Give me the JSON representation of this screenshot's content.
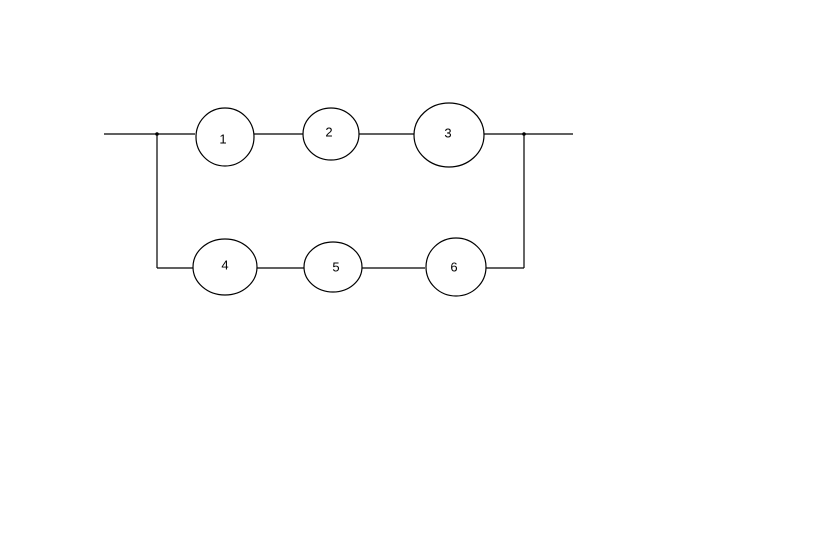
{
  "diagram": {
    "nodes": [
      {
        "id": "1",
        "label": "1"
      },
      {
        "id": "2",
        "label": "2"
      },
      {
        "id": "3",
        "label": "3"
      },
      {
        "id": "4",
        "label": "4"
      },
      {
        "id": "5",
        "label": "5"
      },
      {
        "id": "6",
        "label": "6"
      }
    ],
    "edges": [
      [
        "input",
        "junction-left"
      ],
      [
        "junction-left",
        "1"
      ],
      [
        "1",
        "2"
      ],
      [
        "2",
        "3"
      ],
      [
        "3",
        "junction-right"
      ],
      [
        "junction-left",
        "4"
      ],
      [
        "4",
        "5"
      ],
      [
        "5",
        "6"
      ],
      [
        "6",
        "junction-right"
      ],
      [
        "junction-right",
        "output"
      ]
    ],
    "colors": {
      "line": "#000000",
      "background": "#ffffff"
    }
  }
}
